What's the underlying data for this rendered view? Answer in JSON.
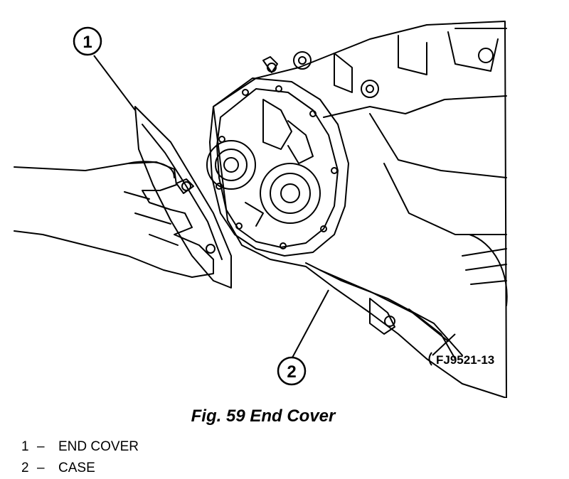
{
  "figure": {
    "caption": "Fig. 59 End Cover",
    "part_code": "FJ9521-13"
  },
  "callouts": [
    {
      "number": "1",
      "label": "END COVER"
    },
    {
      "number": "2",
      "label": "CASE"
    }
  ],
  "legend_separator": "–"
}
